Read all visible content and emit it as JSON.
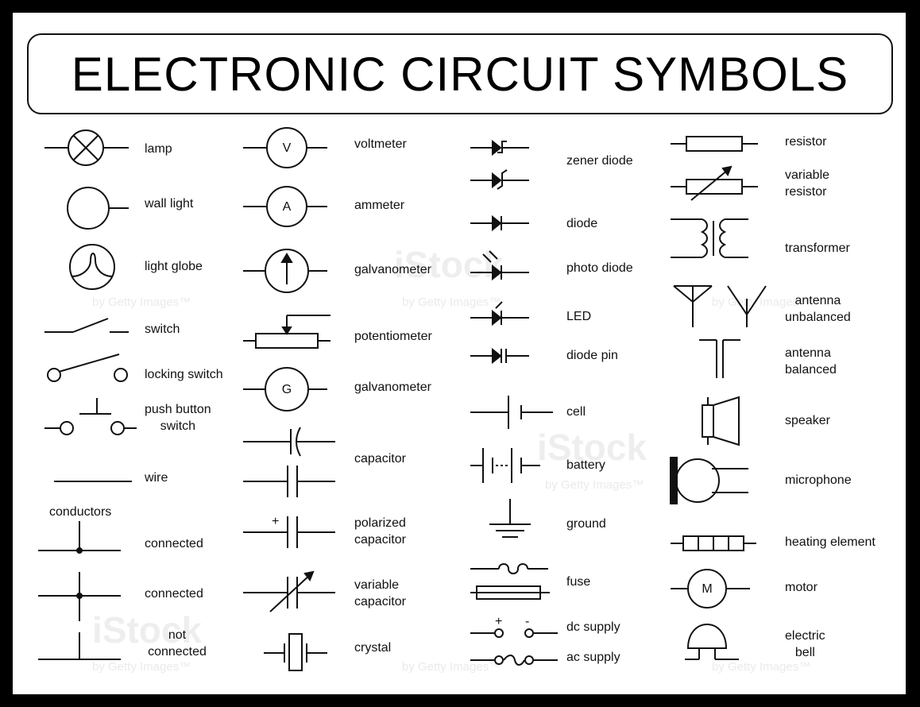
{
  "title": "ELECTRONIC CIRCUIT SYMBOLS",
  "watermark": {
    "brand": "iStock",
    "sub": "by Getty Images™"
  },
  "labels": {
    "lamp": "lamp",
    "wall_light": "wall light",
    "light_globe": "light globe",
    "switch": "switch",
    "locking_switch": "locking switch",
    "push_button_1": "push button",
    "push_button_2": "switch",
    "wire": "wire",
    "conductors": "conductors",
    "connected_1": "connected",
    "connected_2": "connected",
    "not_connected_1": "not",
    "not_connected_2": "connected",
    "voltmeter": "voltmeter",
    "voltmeter_mark": "V",
    "ammeter": "ammeter",
    "ammeter_mark": "A",
    "galvanometer_1": "galvanometer",
    "potentiometer": "potentiometer",
    "galvanometer_2": "galvanometer",
    "galvanometer_mark": "G",
    "capacitor": "capacitor",
    "polarized_1": "polarized",
    "polarized_2": "capacitor",
    "polarized_mark": "+",
    "variable_cap_1": "variable",
    "variable_cap_2": "capacitor",
    "crystal": "crystal",
    "zener_diode": "zener diode",
    "diode": "diode",
    "photo_diode": "photo diode",
    "led": "LED",
    "diode_pin": "diode pin",
    "cell": "cell",
    "battery": "battery",
    "ground": "ground",
    "fuse": "fuse",
    "dc_supply": "dc supply",
    "dc_plus": "+",
    "dc_minus": "-",
    "ac_supply": "ac supply",
    "resistor": "resistor",
    "variable_res_1": "variable",
    "variable_res_2": "resistor",
    "transformer": "transformer",
    "antenna_unb_1": "antenna",
    "antenna_unb_2": "unbalanced",
    "antenna_bal_1": "antenna",
    "antenna_bal_2": "balanced",
    "speaker": "speaker",
    "microphone": "microphone",
    "heating_element": "heating element",
    "motor": "motor",
    "motor_mark": "M",
    "electric_bell_1": "electric",
    "electric_bell_2": "bell"
  }
}
